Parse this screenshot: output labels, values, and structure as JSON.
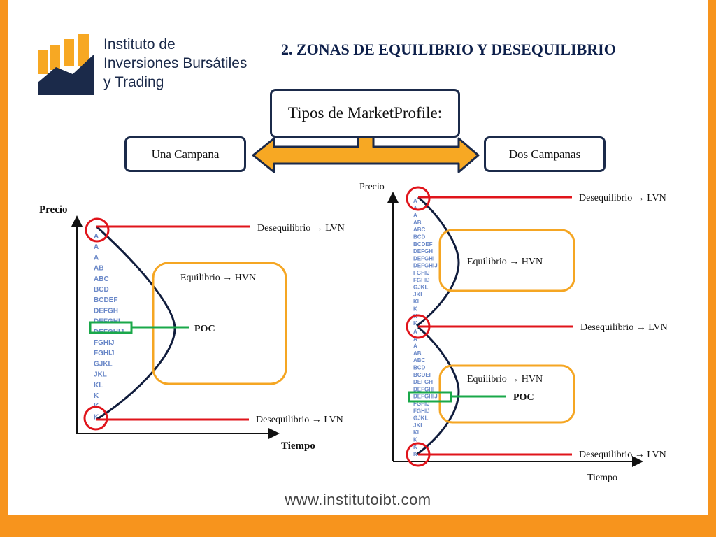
{
  "colors": {
    "frame": "#f7941d",
    "navy": "#1b2a4a",
    "red": "#e0141b",
    "green": "#1aa84a",
    "orange": "#f5a623",
    "tpo": "#6a88c8"
  },
  "logo": {
    "icon": "bar-chart-logo-icon",
    "line1": "Instituto de",
    "line2": "Inversiones Bursátiles",
    "line3": "y Trading"
  },
  "title": "2. ZONAS DE EQUILIBRIO Y DESEQUILIBRIO",
  "center_box": "Tipos de MarketProfile:",
  "left_box": "Una Campana",
  "right_box": "Dos Campanas",
  "left_chart": {
    "y_axis": "Precio",
    "x_axis": "Tiempo",
    "top_label": "Desequilibrio → LVN",
    "bottom_label": "Desequilibrio → LVN",
    "zone_label": "Equilibrio → HVN",
    "poc_label": "POC",
    "tpo": [
      "A",
      "A",
      "A",
      "AB",
      "ABC",
      "BCD",
      "BCDEF",
      "DEFGH",
      "DEFGHI",
      "DEFGHIJ",
      "FGHIJ",
      "FGHIJ",
      "GJKL",
      "JKL",
      "KL",
      "K",
      "K",
      "K"
    ]
  },
  "right_chart": {
    "y_axis": "Precio",
    "x_axis": "Tiempo",
    "top_label": "Desequilibrio → LVN",
    "middle_label": "Desequilibrio → LVN",
    "bottom_label": "Desequilibrio → LVN",
    "upper_zone_label": "Equilibrio → HVN",
    "lower_zone_label": "Equilibrio → HVN",
    "poc_label": "POC",
    "tpo_upper": [
      "A",
      "A",
      "A",
      "AB",
      "ABC",
      "BCD",
      "BCDEF",
      "DEFGH",
      "DEFGHI",
      "DEFGHIJ",
      "FGHIJ",
      "FGHIJ",
      "GJKL",
      "JKL",
      "KL",
      "K",
      "K",
      "K"
    ],
    "tpo_lower": [
      "A",
      "A",
      "A",
      "AB",
      "ABC",
      "BCD",
      "BCDEF",
      "DEFGH",
      "DEFGHI",
      "DEFGHIJ",
      "FGHIJ",
      "FGHIJ",
      "GJKL",
      "JKL",
      "KL",
      "K",
      "K",
      "K"
    ]
  },
  "footer_url": "www.institutoibt.com"
}
